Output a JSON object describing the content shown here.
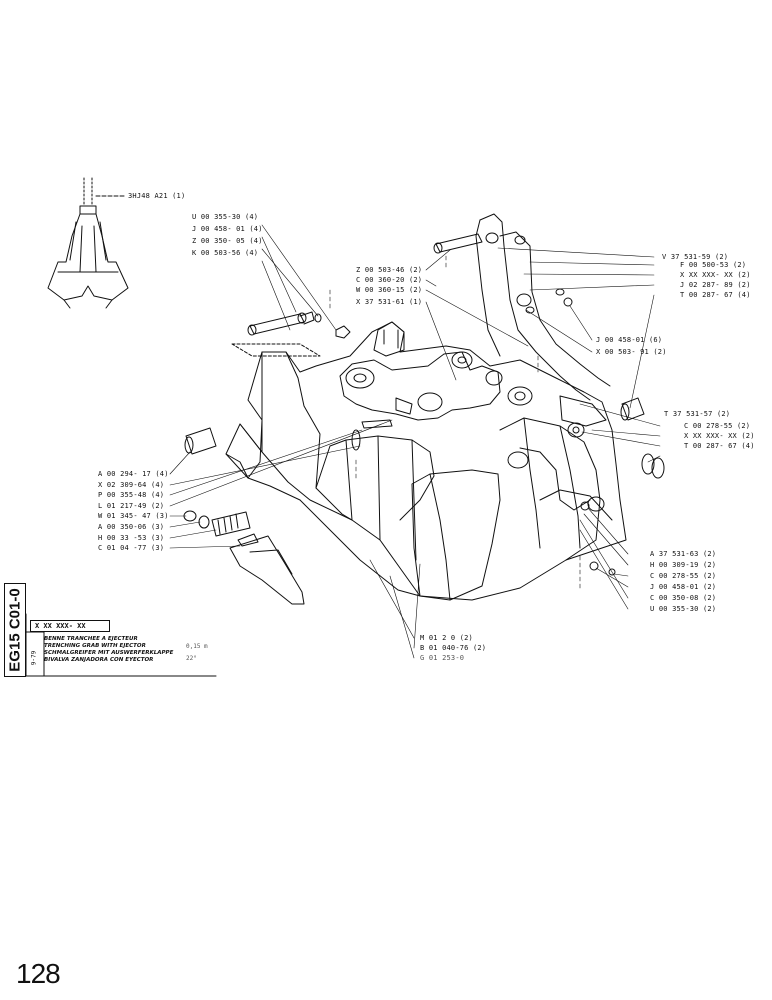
{
  "side_code": "EG15 C01-0",
  "title_block": {
    "code": "X XX XXX- XX",
    "lines": [
      "BENNE TRANCHEE A EJECTEUR",
      "TRENCHING GRAB WITH EJECTOR",
      "SCHMALGREIFER MIT AUSWERFERKLAPPE",
      "BIVALVA ZANJADORA CON EYECTOR"
    ],
    "notes": [
      "0,15 m",
      "22°"
    ],
    "date": "9-79"
  },
  "page_number": "128",
  "parts": {
    "p1": "3HJ48 A21   (1)",
    "p2": "U 00 355-30 (4)",
    "p3": "J 00 458- 01 (4)",
    "p4": "Z 00 350- 05 (4)",
    "p5": "K 00 503-56 (4)",
    "p6": "Z 00 503-46 (2)",
    "p7": "C 00 360-20 (2)",
    "p8": "W 00 360-15 (2)",
    "p9": "X 37 531-61 (1)",
    "p10": "V 37  531-59 (2)",
    "p11": "F 00 500-53 (2)",
    "p12": "X XX XXX- XX (2)",
    "p13": "J 02 287- 89 (2)",
    "p14": "T 00 287- 67 (4)",
    "p15": "J 00 458-01 (6)",
    "p16": "X 00 503- 91 (2)",
    "p17": "T 37 531-57 (2)",
    "p18": "C 00 278-55 (2)",
    "p19": "X XX XXX- XX (2)",
    "p20": "T 00 287- 67 (4)",
    "p21": "A 00 294- 17 (4)",
    "p22": "X 02 309-64 (4)",
    "p23": "P 00 355-48 (4)",
    "p24": "L 01 217-49 (2)",
    "p25": "W 01 345- 47 (3)",
    "p26": "A 00 350-06 (3)",
    "p27": "H 00 33   -53 (3)",
    "p28": "C 01 04   -77 (3)",
    "p29": "M 01 2     0 (2)",
    "p30": "B 01 040-76 (2)",
    "p31": "G 01 253-0",
    "p32": "A 37 531-63 (2)",
    "p33": "H 00 309-19 (2)",
    "p34": "C 00 278-55 (2)",
    "p35": "J 00 458-01 (2)",
    "p36": "C 00 350-08 (2)",
    "p37": "U 00 355-30 (2)"
  }
}
